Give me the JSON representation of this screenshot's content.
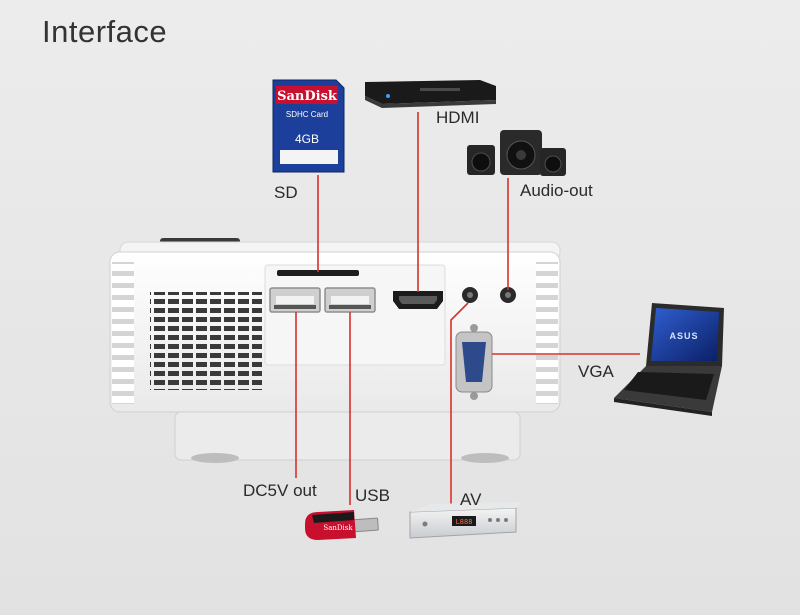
{
  "title": "Interface",
  "labels": {
    "sd": "SD",
    "hdmi": "HDMI",
    "audio_out": "Audio-out",
    "vga": "VGA",
    "dc5v_out": "DC5V out",
    "usb": "USB",
    "av": "AV"
  },
  "device_text": {
    "sd_brand": "SanDisk",
    "sd_type": "SDHC Card",
    "sd_capacity": "4GB",
    "laptop_brand": "ASUS",
    "usb_brand": "SanDisk",
    "settop_display": "L888"
  },
  "colors": {
    "connector_line": "#d9302c",
    "background": "#e6e6e6",
    "projector_body": "#fafafa"
  }
}
